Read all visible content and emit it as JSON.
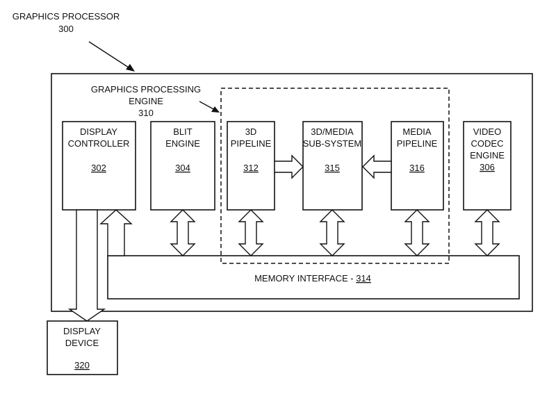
{
  "graphics_processor": {
    "title": "GRAPHICS PROCESSOR",
    "ref": "300"
  },
  "processing_engine": {
    "title_line1": "GRAPHICS PROCESSING",
    "title_line2": "ENGINE",
    "ref": "310"
  },
  "display_controller": {
    "line1": "DISPLAY",
    "line2": "CONTROLLER",
    "ref": "302"
  },
  "blit_engine": {
    "line1": "BLIT",
    "line2": "ENGINE",
    "ref": "304"
  },
  "pipeline_3d": {
    "line1": "3D",
    "line2": "PIPELINE",
    "ref": "312"
  },
  "media_subsystem": {
    "line1": "3D/MEDIA",
    "line2": "SUB-SYSTEM",
    "ref": "315"
  },
  "media_pipeline": {
    "line1": "MEDIA",
    "line2": "PIPELINE",
    "ref": "316"
  },
  "video_codec": {
    "line1": "VIDEO",
    "line2": "CODEC",
    "line3": "ENGINE",
    "ref": "306"
  },
  "memory_interface": {
    "label": "MEMORY INTERFACE - ",
    "ref": "314"
  },
  "display_device": {
    "line1": "DISPLAY",
    "line2": "DEVICE",
    "ref": "320"
  }
}
